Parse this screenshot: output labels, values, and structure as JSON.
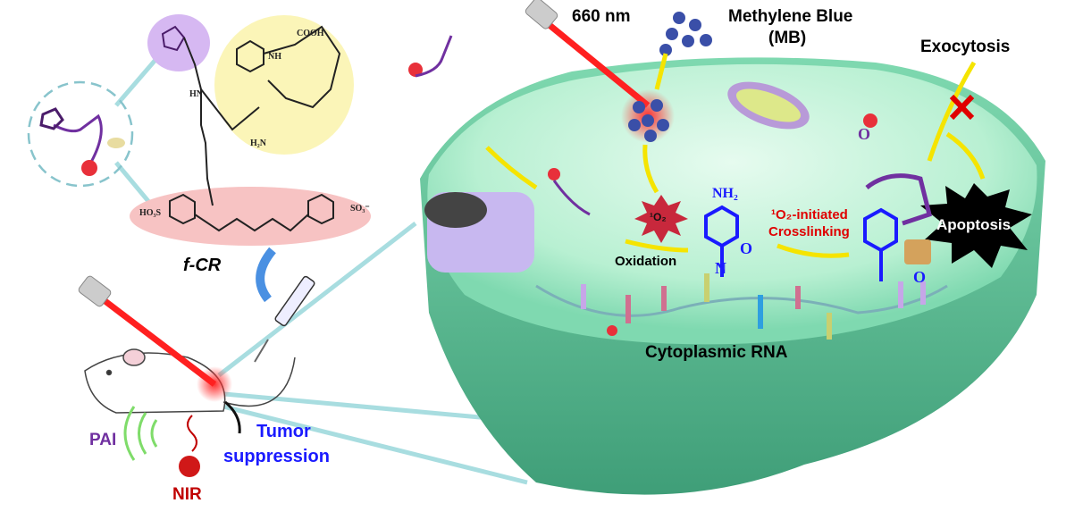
{
  "labels": {
    "wavelength": "660 nm",
    "mb": "Methylene Blue",
    "mb_abbr": "(MB)",
    "exocytosis": "Exocytosis",
    "singlet_oxygen": "¹O₂",
    "oxidation": "Oxidation",
    "crosslink_line1": "¹O₂-initiated",
    "crosslink_line2": "Crosslinking",
    "apoptosis": "Apoptosis",
    "rna": "Cytoplasmic RNA",
    "probe": "f-CR",
    "pai": "PAI",
    "nir": "NIR",
    "tumor_line1": "Tumor",
    "tumor_line2": "suppression",
    "nh2": "NH₂",
    "n": "N",
    "o": "O"
  },
  "chem_labels": {
    "cooh": "COOH",
    "nh": "NH",
    "hn": "HN",
    "h2n": "H₂N",
    "so3h": "HO₃S",
    "so3": "SO₃⁻",
    "o": "O"
  },
  "colors": {
    "cell": "#7fd9b0",
    "cell_dark": "#3f9e78",
    "red_text": "#e00000",
    "blue_text": "#1a1aff",
    "purple": "#7030a0",
    "yellow_arrow": "#f5e400",
    "nir_red": "#c00000"
  }
}
